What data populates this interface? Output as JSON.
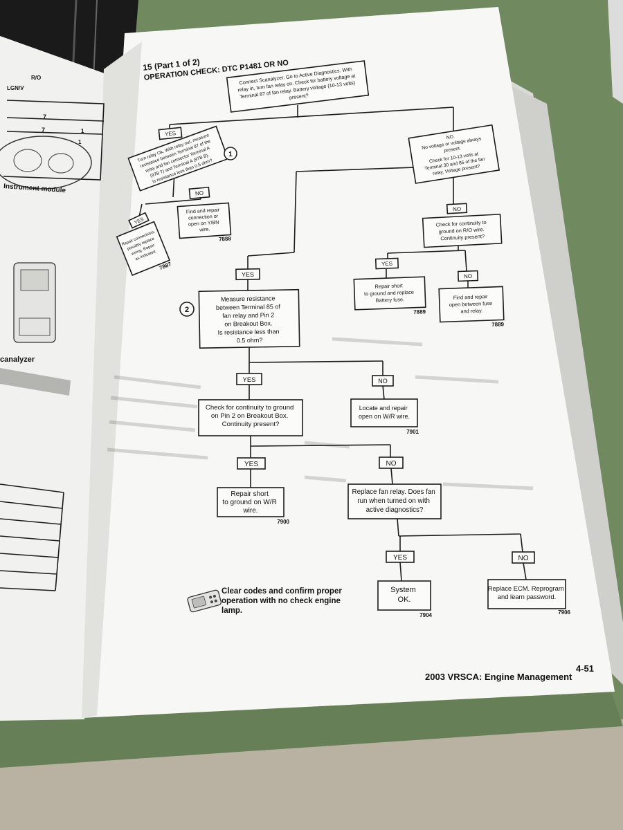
{
  "header": {
    "figure": "15 (Part 1 of 2)",
    "title": "OPERATION CHECK: DTC P1481 OR NO"
  },
  "flowchart": {
    "start": [
      "Connect Scanalyzer. Go to Active Diagnostics. With",
      "relay in, turn fan relay on. Check for battery voltage at",
      "Terminal 87 of fan relay. Battery voltage (10-13 volts)",
      "present?"
    ],
    "yes": "YES",
    "no": "NO",
    "yes_branch": [
      "Turn relay Ok. With relay out, measure",
      "resistance between Terminal 87 of the",
      "relay and fan connector Terminal A",
      "(97B T) and Terminal A (97B B).",
      "Is resistance less than 0.5 ohm?"
    ],
    "marker_1": "1",
    "marker_2": "2",
    "no_branch": [
      "NO.",
      "No voltage or voltage always",
      "present.",
      "Check for 10-13 volts at",
      "Terminal 30 and 86 of the fan",
      "relay. Voltage present?"
    ],
    "repair_connections": [
      "Repair connections,",
      "possibly replace",
      "wiring. Repair",
      "as indicated."
    ],
    "ref_7887": "7887",
    "find_repair_ybn": [
      "Find and repair",
      "connection or",
      "open on Y/BN",
      "wire."
    ],
    "ref_7888": "7888",
    "continuity_ro": [
      "Check for continuity to",
      "ground on R/O wire.",
      "Continuity present?"
    ],
    "repair_short_battery": [
      "Repair short",
      "to ground and replace",
      "Battery fuse."
    ],
    "ref_7889a": "7889",
    "find_repair_fuse": [
      "Find and repair",
      "open between fuse",
      "and relay."
    ],
    "ref_7889b": "7889",
    "measure_resistance": [
      "Measure resistance",
      "between Terminal 85 of",
      "fan relay and Pin 2",
      "on Breakout Box.",
      "Is resistance less than",
      "0.5 ohm?"
    ],
    "continuity_pin2": [
      "Check for continuity to ground",
      "on Pin 2 on Breakout Box.",
      "Continuity present?"
    ],
    "locate_wr": [
      "Locate and repair",
      "open on W/R wire."
    ],
    "ref_7901": "7901",
    "repair_short_wr": [
      "Repair short",
      "to ground on W/R",
      "wire."
    ],
    "ref_7900": "7900",
    "replace_relay": [
      "Replace fan relay. Does fan",
      "run when turned on with",
      "active diagnostics?"
    ],
    "system_ok": [
      "System",
      "OK."
    ],
    "ref_7904": "7904",
    "replace_ecm": [
      "Replace ECM. Reprogram",
      "and learn password."
    ],
    "ref_7906": "7906"
  },
  "note": [
    "Clear codes and confirm proper",
    "operation with no check engine",
    "lamp."
  ],
  "footer": {
    "manual_title": "2003 VRSCA: Engine Management",
    "page_number": "4-51"
  },
  "left_page": {
    "label_ro": "R/O",
    "label_lgnv": "LGN/V",
    "num_a": "7",
    "num_b": "7",
    "num_c": "1",
    "num_d": "1",
    "caption_instrument": "Instrument module",
    "caption_scanalyzer": "canalyzer"
  }
}
